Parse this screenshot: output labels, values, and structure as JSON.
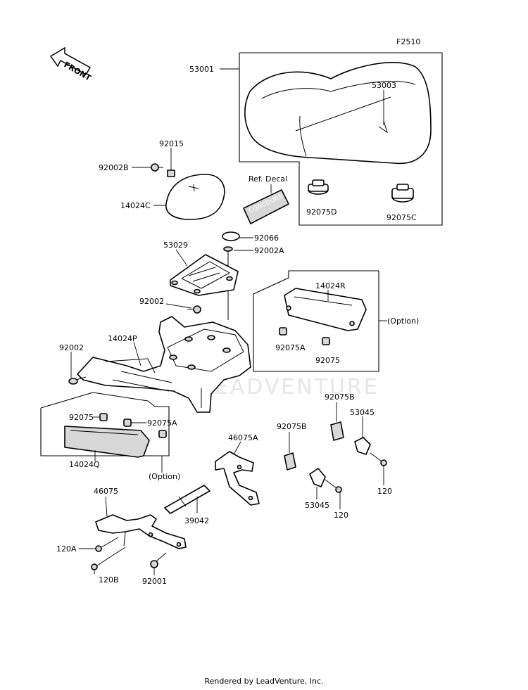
{
  "diagram": {
    "code": "F2510",
    "front_arrow_text": "FRONT",
    "watermark": "LEADVENTURE",
    "option_label_right": "(Option)",
    "option_label_left": "(Option)",
    "parts": [
      "53001",
      "53003",
      "92015",
      "92002B",
      "14024C",
      "Ref. Decal",
      "92075D",
      "92075C",
      "92066",
      "92002A",
      "53029",
      "92002",
      "14024R",
      "92075A",
      "92075",
      "14024P",
      "92002",
      "92075",
      "92075A",
      "14024Q",
      "92075B",
      "53045",
      "92075B",
      "46075A",
      "53045",
      "120",
      "120",
      "46075",
      "39042",
      "120A",
      "120B",
      "92001"
    ]
  },
  "footer": {
    "text": "Rendered by LeadVenture, Inc."
  }
}
